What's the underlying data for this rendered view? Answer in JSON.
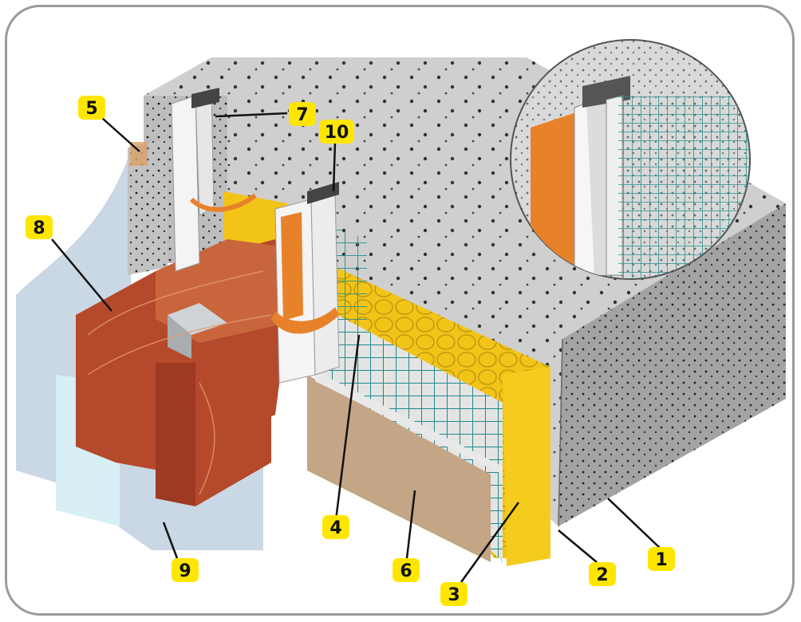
{
  "colors": {
    "concrete": "#c7c7c7",
    "concrete_top": "#d4d4d4",
    "concrete_side": "#9d9d9d",
    "insulation": "#f2c418",
    "brick": "#b5492b",
    "brick_top": "#c9653c",
    "mesh": "#1f8a8a",
    "plaster": "#c4a585",
    "profile": "#f4f4f4",
    "orange_strip": "#e8822a",
    "haze": "#9fb7cf",
    "badge": "#ffe600"
  },
  "callouts": [
    {
      "id": "1",
      "label": "1"
    },
    {
      "id": "2",
      "label": "2"
    },
    {
      "id": "3",
      "label": "3"
    },
    {
      "id": "4",
      "label": "4"
    },
    {
      "id": "5",
      "label": "5"
    },
    {
      "id": "6",
      "label": "6"
    },
    {
      "id": "7",
      "label": "7"
    },
    {
      "id": "8",
      "label": "8"
    },
    {
      "id": "9",
      "label": "9"
    },
    {
      "id": "10",
      "label": "10"
    }
  ]
}
